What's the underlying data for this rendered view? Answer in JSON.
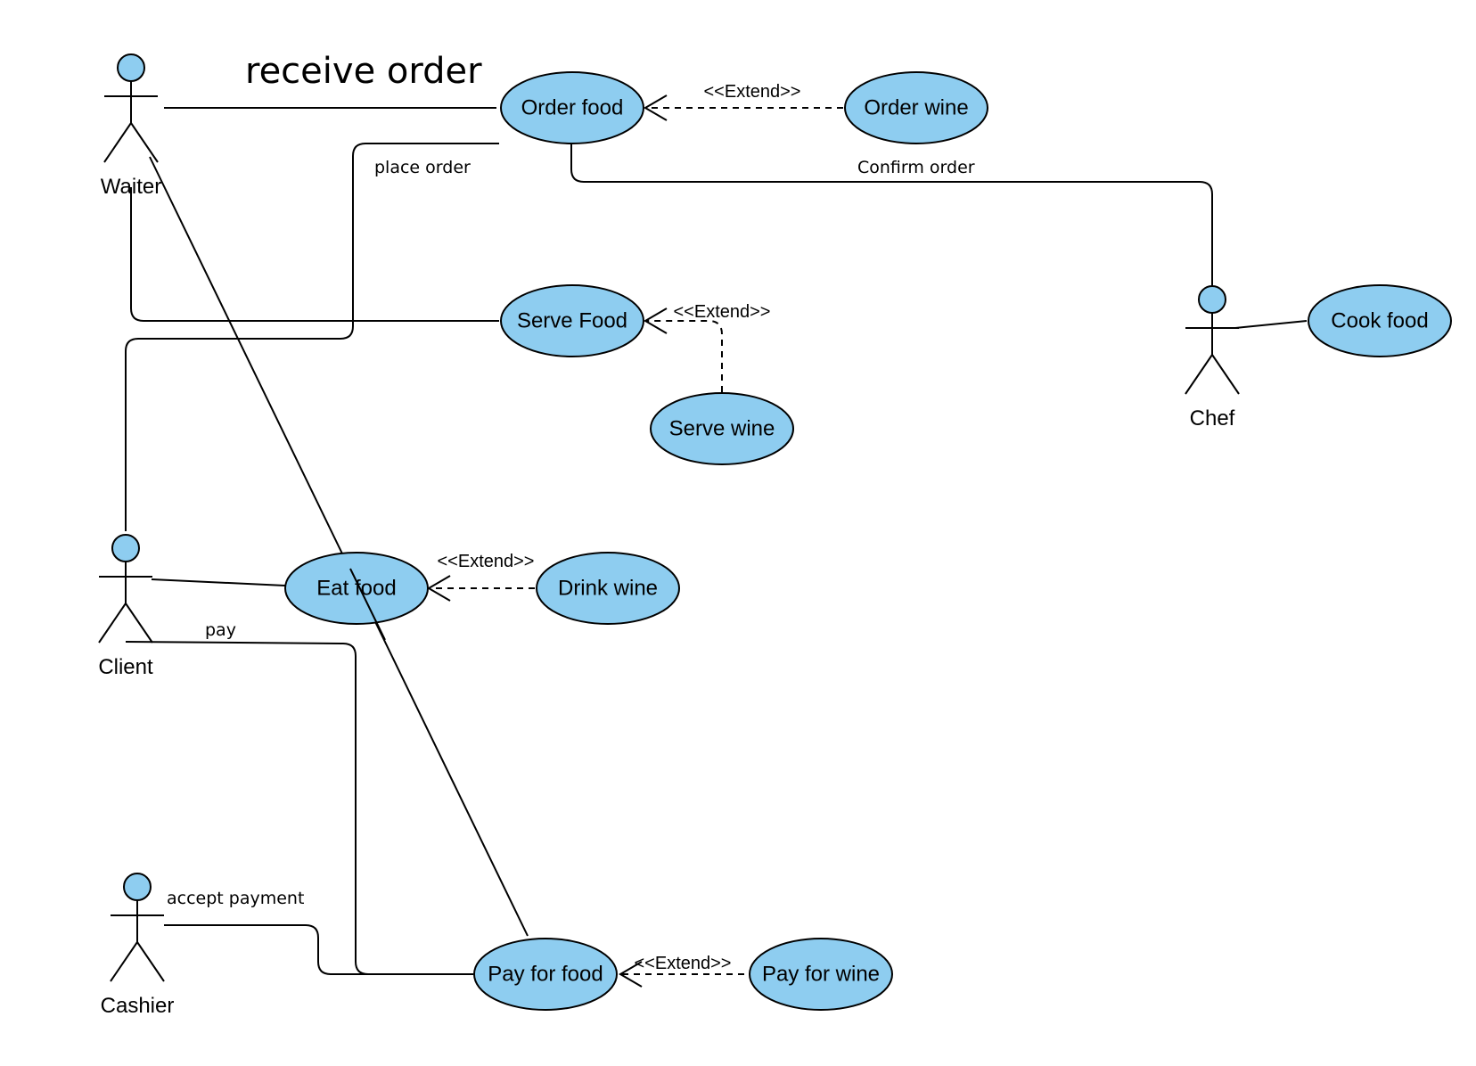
{
  "title": "receive order",
  "actors": {
    "waiter": "Waiter",
    "client": "Client",
    "cashier": "Cashier",
    "chef": "Chef"
  },
  "use_cases": {
    "order_food": "Order food",
    "order_wine": "Order wine",
    "serve_food": "Serve Food",
    "serve_wine": "Serve wine",
    "cook_food": "Cook food",
    "eat_food": "Eat food",
    "drink_wine": "Drink wine",
    "pay_for_food": "Pay for food",
    "pay_for_wine": "Pay for wine"
  },
  "relations": {
    "extend": "<<Extend>>",
    "place_order": "place order",
    "confirm_order": "Confirm order",
    "pay": "pay",
    "accept_payment": "accept payment"
  },
  "colors": {
    "use_case_fill": "#8ecdf0",
    "stroke": "#000000",
    "background": "#ffffff"
  }
}
